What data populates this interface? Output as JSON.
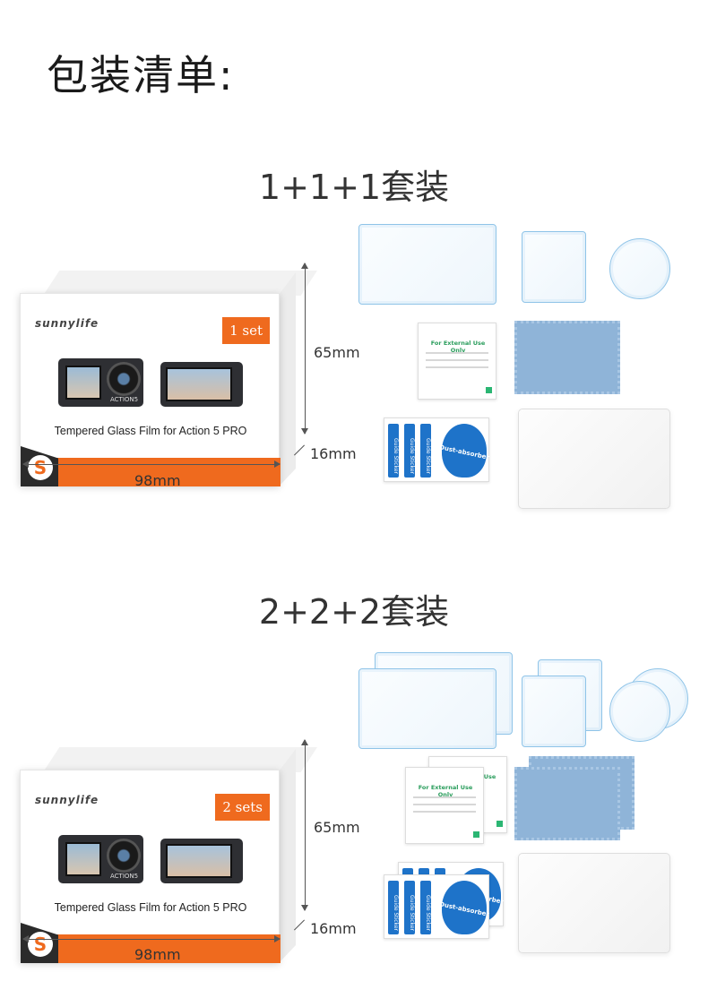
{
  "page_title": "包装清单:",
  "sections": [
    {
      "title": "1+1+1套装",
      "box": {
        "brand": "sunnylife",
        "set_label": "1 set",
        "camera_tag": "ACTION5",
        "product_name": "Tempered Glass Film for Action 5 PRO"
      },
      "dims": {
        "height": "65mm",
        "depth": "16mm",
        "width": "98mm"
      },
      "wipe": {
        "heading": "For External Use Only"
      },
      "stickers": {
        "guide": "Guide Sticker",
        "dust": "Dust-absorber"
      }
    },
    {
      "title": "2+2+2套装",
      "box": {
        "brand": "sunnylife",
        "set_label": "2 sets",
        "camera_tag": "ACTION5",
        "product_name": "Tempered Glass Film for Action 5 PRO"
      },
      "dims": {
        "height": "65mm",
        "depth": "16mm",
        "width": "98mm"
      },
      "wipe": {
        "heading": "For External Use Only"
      },
      "stickers": {
        "guide": "Guide Sticker",
        "dust": "Dust-absorber"
      }
    }
  ],
  "colors": {
    "orange": "#ef6a1e",
    "film_edge": "#8fc4e8",
    "cloth": "#8fb4d8",
    "sticker_blue": "#1e73c9"
  }
}
